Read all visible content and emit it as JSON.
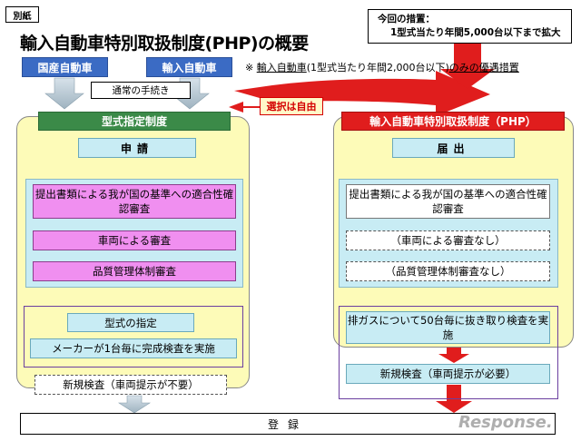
{
  "tag": "別紙",
  "title": "輸入自動車特別取扱制度(PHP)の概要",
  "measure": {
    "line1": "今回の措置：",
    "line2": "1型式当たり年間5,000台以下まで拡大"
  },
  "headers": {
    "domestic": "国産自動車",
    "imported": "輸入自動車"
  },
  "note": {
    "prefix": "※ ",
    "underlined": "輸入自動車",
    "middle": "(1型式当たり年間2,000台以下)",
    "underlined2": "のみの優遇措置"
  },
  "normal_procedure": "通常の手続き",
  "choice_label": "選択は自由",
  "left": {
    "header": "型式指定制度",
    "apply": "申請",
    "review_docs": "提出書類による我が国の基準への適合性確認審査",
    "review_vehicle": "車両による審査",
    "review_quality": "品質管理体制審査",
    "type_spec": "型式の指定",
    "maker_inspection": "メーカーが1台毎に完成検査を実施",
    "new_inspection": "新規検査（車両提示が不要）"
  },
  "right": {
    "header": "輸入自動車特別取扱制度（PHP）",
    "apply": "届出",
    "review_docs": "提出書類による我が国の基準への適合性確認審査",
    "no_vehicle": "（車両による審査なし）",
    "no_quality": "（品質管理体制審査なし）",
    "exhaust": "排ガスについて50台毎に抜き取り検査を実施",
    "new_inspection": "新規検査（車両提示が必要）"
  },
  "register": "登録",
  "watermark": "Response.",
  "colors": {
    "blue_header": "#3b6bc4",
    "green_header": "#3b8a48",
    "red_header": "#e01d1d",
    "panel_yellow": "#fdfbb8",
    "cyan": "#c8ecf4",
    "pink": "#f08ff0",
    "arrow_gray": "#b8c8d2",
    "arrow_red": "#e01d1d"
  }
}
